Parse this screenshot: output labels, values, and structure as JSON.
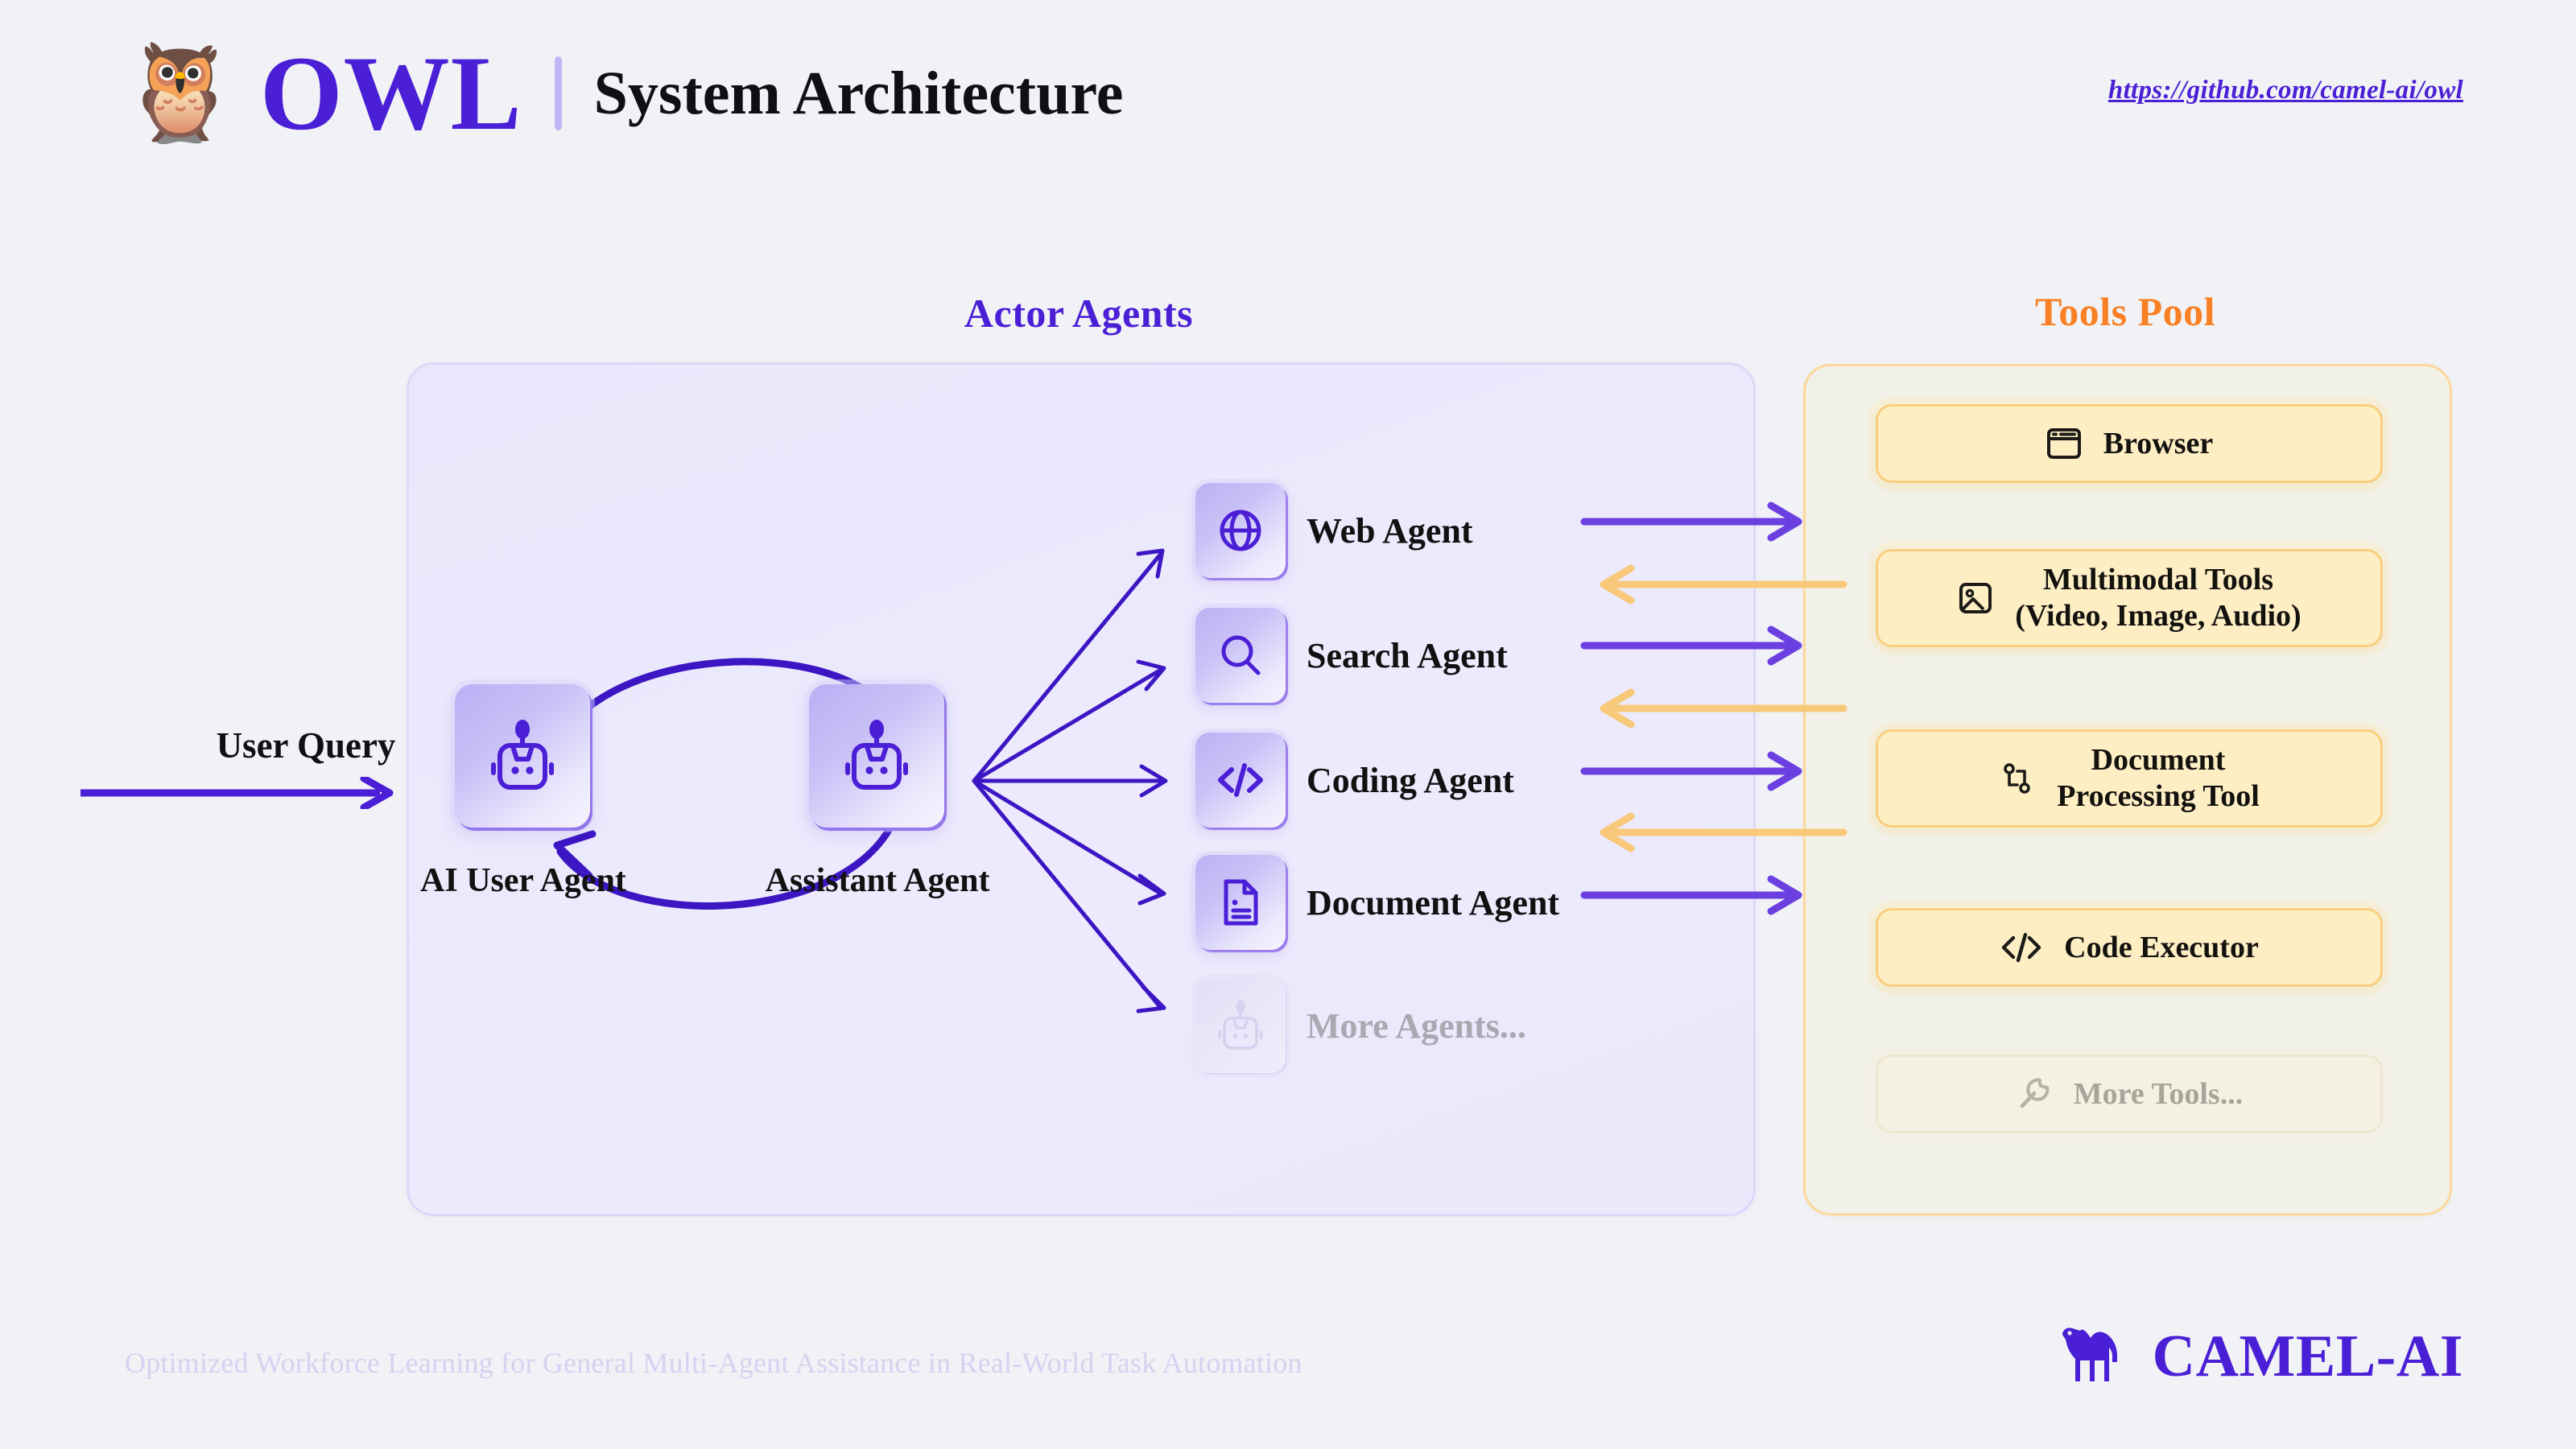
{
  "header": {
    "owl_icon": "owl-emoji",
    "brand": "OWL",
    "title": "System Architecture",
    "repo_url": "https://github.com/camel-ai/owl",
    "brand_color": "#4b1fd6"
  },
  "sections": {
    "actor_agents": {
      "heading": "Actor Agents",
      "heading_color": "#4b1fd6"
    },
    "tools_pool": {
      "heading": "Tools Pool",
      "heading_color": "#f98024"
    }
  },
  "flow": {
    "user_query_label": "User Query",
    "arrow_color": "#4b1fd6",
    "return_arrow_color": "#f9c97a"
  },
  "loop_agents": [
    {
      "name": "AI User Agent",
      "icon": "robot-icon"
    },
    {
      "name": "Assistant Agent",
      "icon": "robot-icon"
    }
  ],
  "actor_agents": [
    {
      "name": "Web Agent",
      "icon": "globe-icon",
      "muted": false
    },
    {
      "name": "Search Agent",
      "icon": "magnifier-icon",
      "muted": false
    },
    {
      "name": "Coding Agent",
      "icon": "code-brackets-icon",
      "muted": false
    },
    {
      "name": "Document Agent",
      "icon": "document-icon",
      "muted": false
    },
    {
      "name": "More Agents...",
      "icon": "robot-icon",
      "muted": true
    }
  ],
  "tools": [
    {
      "name": "Browser",
      "icon": "browser-window-icon",
      "muted": false
    },
    {
      "name": "Multimodal Tools\n(Video, Image, Audio)",
      "line1": "Multimodal Tools",
      "line2": "(Video, Image, Audio)",
      "icon": "image-icon",
      "muted": false
    },
    {
      "name": "Document\nProcessing Tool",
      "line1": "Document",
      "line2": "Processing Tool",
      "icon": "git-branch-icon",
      "muted": false
    },
    {
      "name": "Code Executor",
      "icon": "code-brackets-icon",
      "muted": false
    },
    {
      "name": "More Tools...",
      "icon": "wrench-icon",
      "muted": true
    }
  ],
  "footer": {
    "tagline": "Optimized Workforce Learning for General Multi-Agent Assistance in Real-World Task Automation",
    "logo_text": "CAMEL-AI",
    "logo_icon": "camel-icon",
    "logo_color": "#4b1fd6"
  }
}
